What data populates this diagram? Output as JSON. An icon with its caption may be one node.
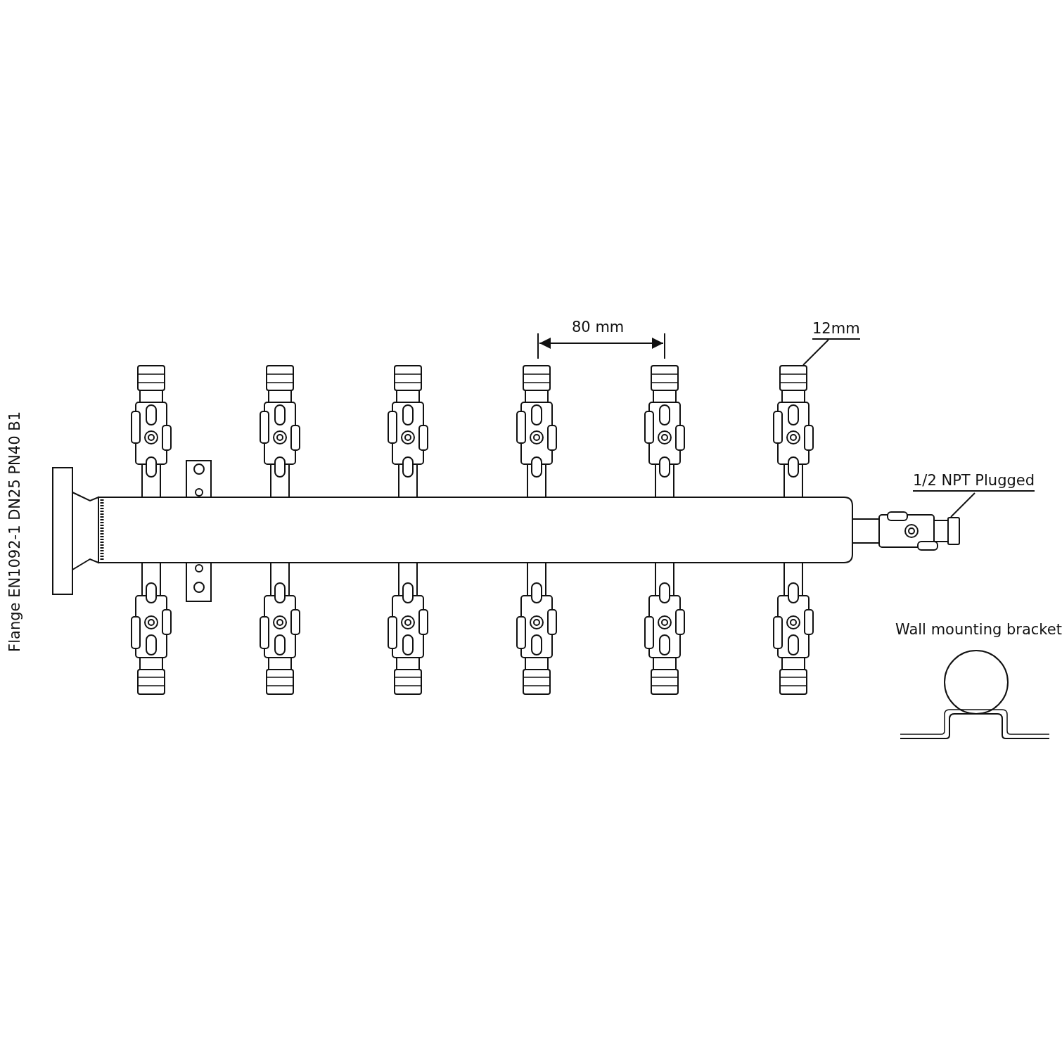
{
  "diagram": {
    "nodes": [
      {
        "text": [
          "12mm"
        ]
      },
      {
        "text": [
          "1/2 NPT Plugged"
        ]
      },
      {
        "text": [],
        "shape": "box"
      },
      {
        "text": [],
        "shape": "box"
      }
    ],
    "edges": [
      {
        "from": 0,
        "to": 2,
        "arrow": "none"
      },
      {
        "from": 1,
        "to": 3,
        "arrow": "none"
      }
    ],
    "labels": [
      "Flange EN1092-1 DN25 PN40 B1",
      "80 mm",
      "Wall mounting bracket"
    ]
  }
}
